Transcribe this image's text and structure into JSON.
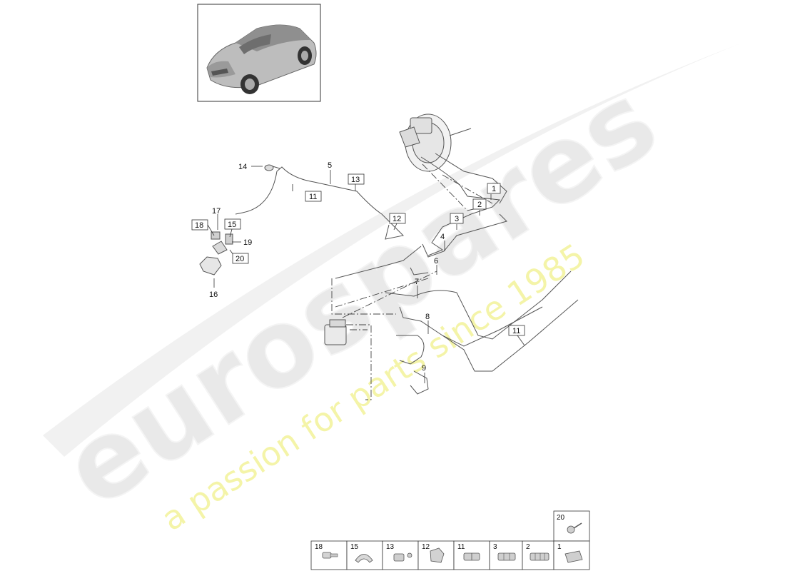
{
  "watermark": {
    "brand": "eurospares",
    "tagline": "a passion for parts since 1985",
    "brand_color": "#e6e6e6",
    "tagline_color": "#f3f39a"
  },
  "callouts": {
    "c1": "1",
    "c2": "2",
    "c3": "3",
    "c4": "4",
    "c5": "5",
    "c6": "6",
    "c7": "7",
    "c8": "8",
    "c9": "9",
    "c11a": "11",
    "c11b": "11",
    "c12": "12",
    "c13": "13",
    "c14": "14",
    "c15": "15",
    "c16": "16",
    "c17": "17",
    "c18": "18",
    "c19": "19",
    "c20": "20"
  },
  "legend": {
    "top": "20",
    "row": [
      "18",
      "15",
      "13",
      "12",
      "11",
      "3",
      "2",
      "1"
    ]
  }
}
